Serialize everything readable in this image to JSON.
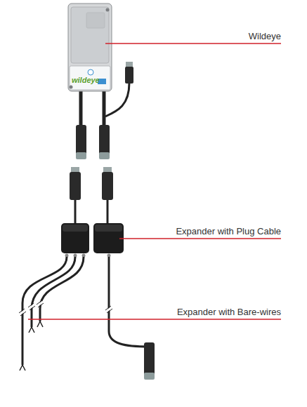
{
  "diagram": {
    "labels": [
      "Wildeye",
      "Expander with Plug Cable",
      "Expander with Bare-wires",
      "wildeye"
    ]
  }
}
